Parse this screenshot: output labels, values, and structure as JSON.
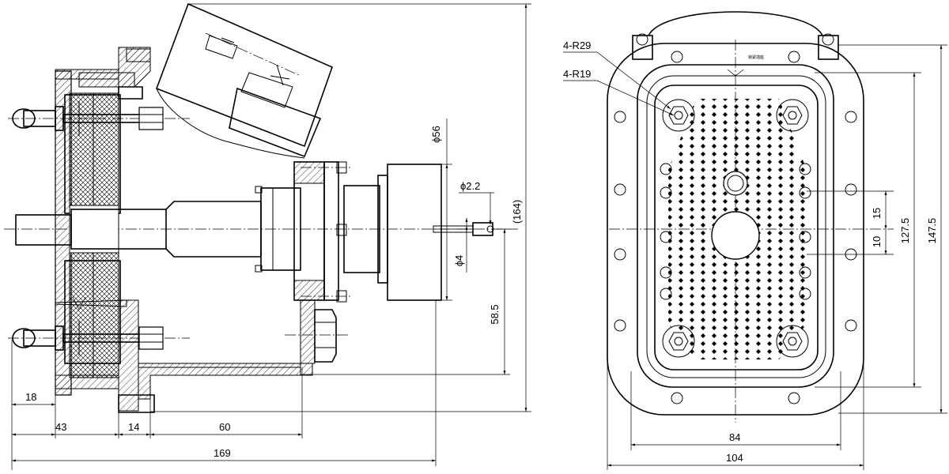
{
  "left_view": {
    "dims": {
      "d18": "18",
      "d43": "43",
      "d14": "14",
      "d60": "60",
      "d169": "169",
      "d164": "(164)",
      "d58_5": "58.5",
      "phi56": "ϕ56",
      "phi2_2": "ϕ2.2",
      "phi4": "ϕ4"
    }
  },
  "right_view": {
    "dims": {
      "r29": "4-R29",
      "r19": "4-R19",
      "d84": "84",
      "d104": "104",
      "d15": "15",
      "d10": "10",
      "d127_5": "127.5",
      "d147_5": "147.5"
    },
    "label": "锁紧插座"
  },
  "colors": {
    "line": "#000000",
    "background": "#ffffff"
  }
}
